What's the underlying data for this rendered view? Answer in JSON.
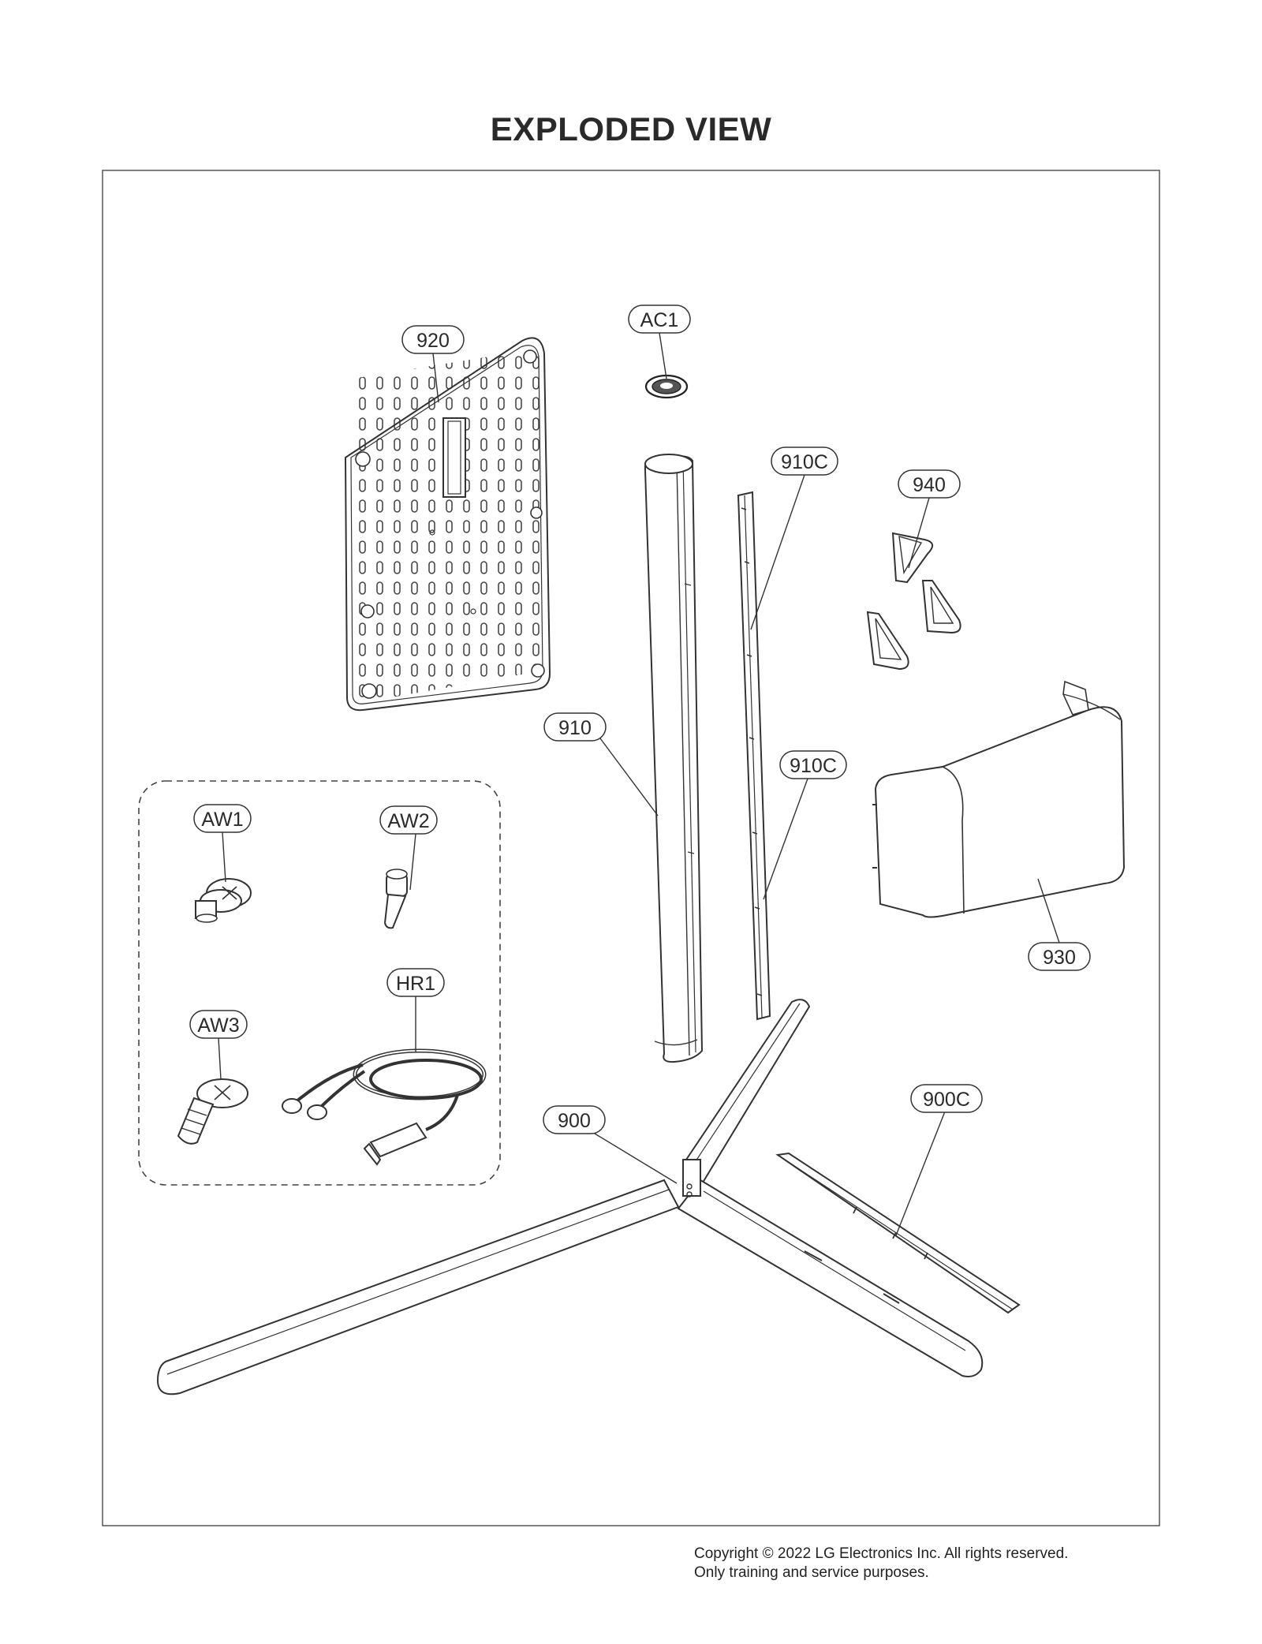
{
  "header": {
    "title": "EXPLODED VIEW"
  },
  "parts": {
    "p920": "920",
    "pAC1": "AC1",
    "p910C_a": "910C",
    "p940": "940",
    "p910": "910",
    "p910C_b": "910C",
    "p930": "930",
    "pAW1": "AW1",
    "pAW2": "AW2",
    "pHR1": "HR1",
    "pAW3": "AW3",
    "p900": "900",
    "p900C": "900C"
  },
  "footer": {
    "copyright_line1": "Copyright © 2022 LG Electronics Inc. All rights reserved.",
    "copyright_line2": "Only training and service purposes."
  }
}
